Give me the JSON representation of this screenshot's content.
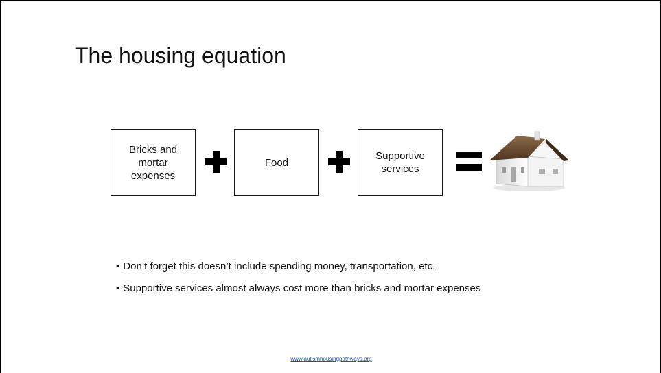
{
  "slide": {
    "title": "The housing equation",
    "equation": {
      "terms": [
        {
          "label": "Bricks and\nmortar\nexpenses"
        },
        {
          "label": "Food"
        },
        {
          "label": "Supportive\nservices"
        }
      ],
      "operators": [
        "plus-icon",
        "plus-icon",
        "equals-icon"
      ],
      "result_icon": "house-icon"
    },
    "bullets": [
      "Don’t forget this doesn’t include spending money, transportation, etc.",
      "Supportive services almost always cost more than bricks and mortar expenses"
    ],
    "bullet_marker": "•",
    "footer_link": "www.autismhousingpathways.org"
  },
  "colors": {
    "text": "#111111",
    "link": "#1f4fb2",
    "roof": "#6b4a2e",
    "wall": "#eeeeee"
  }
}
